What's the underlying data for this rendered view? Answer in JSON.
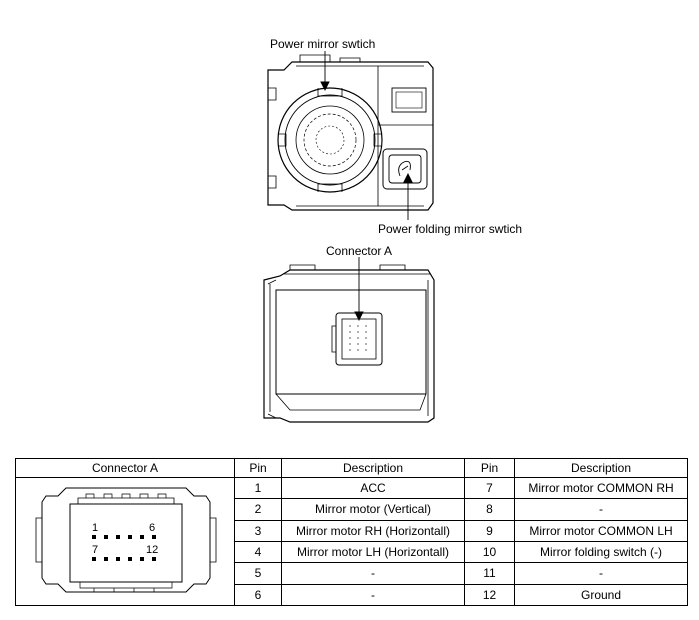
{
  "callouts": {
    "power_mirror_switch": "Power mirror swtich",
    "power_folding_mirror_switch": "Power folding mirror swtich",
    "connector_a": "Connector A"
  },
  "table": {
    "headers": {
      "connector": "Connector A",
      "pin_left": "Pin",
      "desc_left": "Description",
      "pin_right": "Pin",
      "desc_right": "Description"
    },
    "rows": [
      {
        "pin_l": "1",
        "desc_l": "ACC",
        "pin_r": "7",
        "desc_r": "Mirror motor COMMON RH"
      },
      {
        "pin_l": "2",
        "desc_l": "Mirror motor (Vertical)",
        "pin_r": "8",
        "desc_r": "-"
      },
      {
        "pin_l": "3",
        "desc_l": "Mirror motor RH (Horizontall)",
        "pin_r": "9",
        "desc_r": "Mirror motor COMMON LH"
      },
      {
        "pin_l": "4",
        "desc_l": "Mirror motor LH (Horizontall)",
        "pin_r": "10",
        "desc_r": "Mirror folding switch (-)"
      },
      {
        "pin_l": "5",
        "desc_l": "-",
        "pin_r": "11",
        "desc_r": "-"
      },
      {
        "pin_l": "6",
        "desc_l": "-",
        "pin_r": "12",
        "desc_r": "Ground"
      }
    ],
    "connector_pin_labels": {
      "top_left": "1",
      "top_right": "6",
      "bottom_left": "7",
      "bottom_right": "12"
    }
  }
}
